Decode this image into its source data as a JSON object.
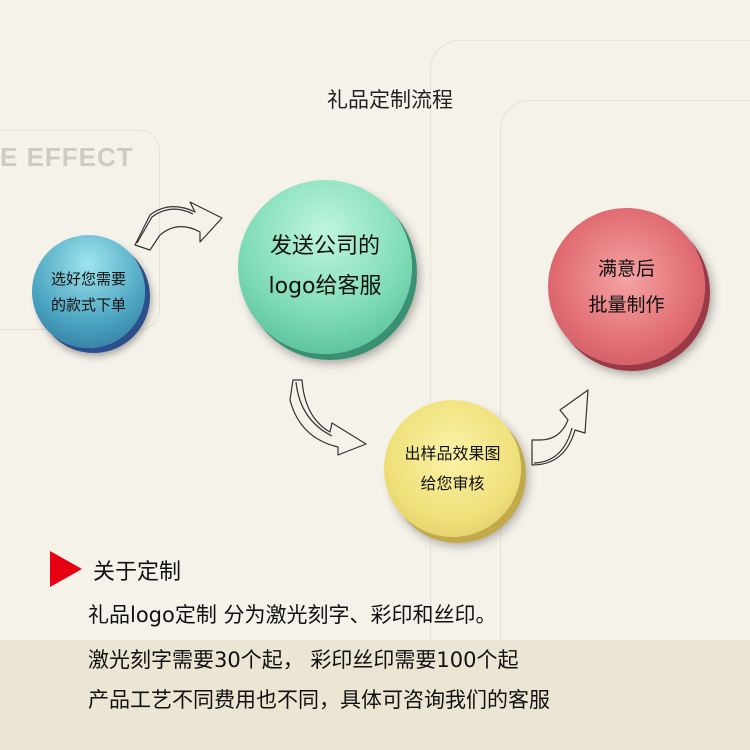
{
  "title": "礼品定制流程",
  "background_text": "E EFFECT",
  "steps": [
    {
      "line1": "选好您需要",
      "line2": "的款式下单",
      "color": "#4aa3bf"
    },
    {
      "line1": "发送公司的",
      "line2": "logo给客服",
      "color": "#7fdcb6"
    },
    {
      "line1": "出样品效果图",
      "line2": "给您审核",
      "color": "#efe07a"
    },
    {
      "line1": "满意后",
      "line2": "批量制作",
      "color": "#e06c72"
    }
  ],
  "about": {
    "heading": "关于定制",
    "accent": "#e60012",
    "lines": [
      "礼品logo定制 分为激光刻字、彩印和丝印。",
      "激光刻字需要30个起， 彩印丝印需要100个起",
      "产品工艺不同费用也不同，具体可咨询我们的客服"
    ]
  }
}
